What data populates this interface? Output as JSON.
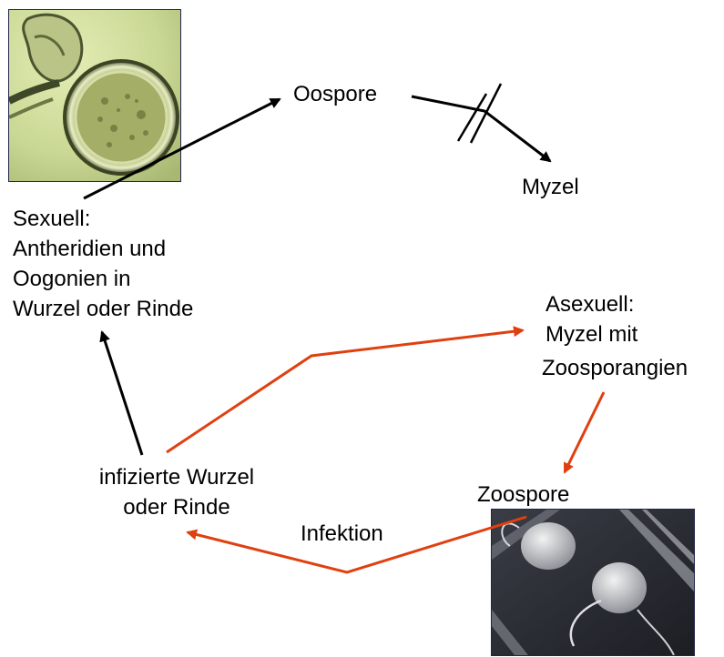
{
  "labels": {
    "oospore": "Oospore",
    "myzel": "Myzel",
    "sexual": [
      "Sexuell:",
      "Antheridien und",
      "Oogonien  in",
      "Wurzel oder Rinde"
    ],
    "asexual": [
      "Asexuell:",
      "Myzel mit",
      "Zoosporangien"
    ],
    "infected_root": [
      "infizierte Wurzel",
      "oder Rinde"
    ],
    "zoospore": "Zoospore",
    "infection": "Infektion"
  },
  "colors": {
    "sexual_cycle_arrow": "#000000",
    "asexual_cycle_arrow": "#e04010"
  },
  "images": {
    "oospore_micrograph": "light micrograph of an oospore",
    "zoospore_micrograph": "electron micrograph of zoospores"
  }
}
